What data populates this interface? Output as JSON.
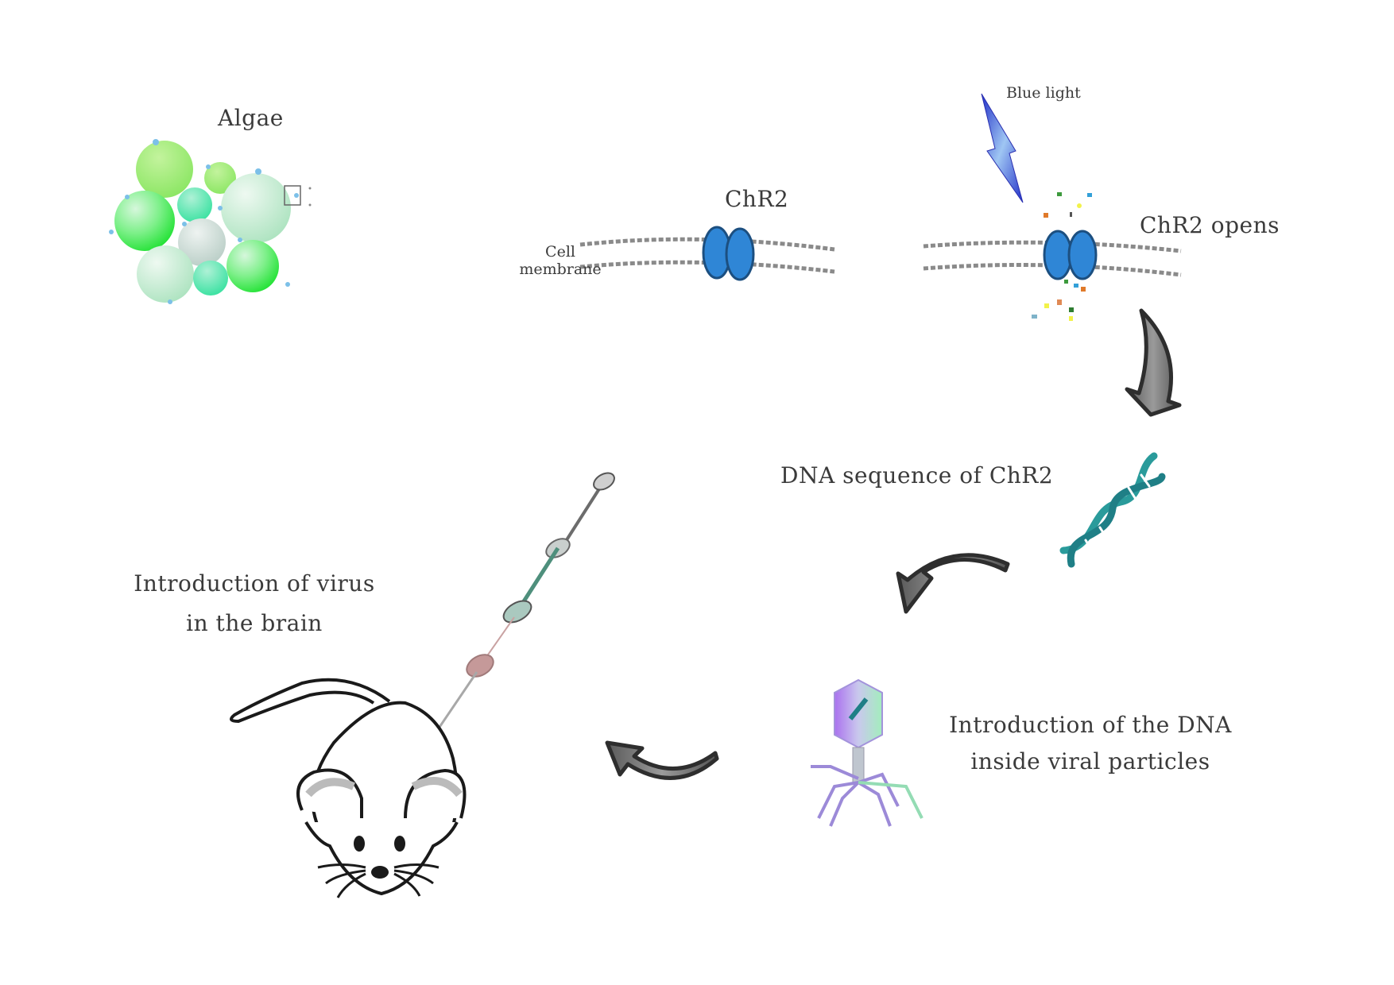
{
  "labels": {
    "algae": "Algae",
    "chr2": "ChR2",
    "cell_membrane_line1": "Cell",
    "cell_membrane_line2": "membrane",
    "blue_light": "Blue light",
    "chr2_opens": "ChR2 opens",
    "dna_sequence": "DNA sequence of ChR2",
    "dna_in_virus_line1": "Introduction of the DNA",
    "dna_in_virus_line2": "inside viral particles",
    "virus_in_brain_line1": "Introduction of virus",
    "virus_in_brain_line2": "in the brain"
  },
  "colors": {
    "channel_blue": "#2f86d6",
    "channel_outline": "#1c4f80",
    "lightning": "#3a4fd8",
    "dna_teal": "#2a9b9b",
    "arrow_gray": "#6e6e6e",
    "arrow_outline": "#2e2e2e",
    "algae_green": "#3ee04a",
    "algae_pale": "#b8e6c8",
    "virus_purple": "#a77be8",
    "virus_green": "#9be8b8"
  },
  "flow": [
    "algae",
    "chr2",
    "chr2_opens",
    "dna_sequence",
    "dna_in_virus",
    "virus_in_brain"
  ]
}
